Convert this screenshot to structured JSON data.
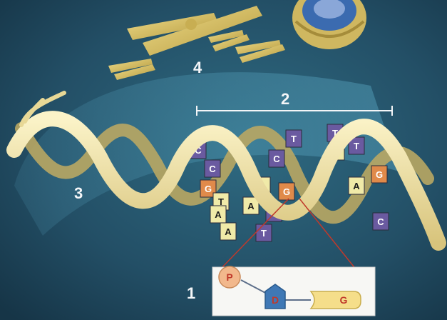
{
  "labels": {
    "one": "1",
    "two": "2",
    "three": "3",
    "four": "4"
  },
  "bases": [
    {
      "letter": "C",
      "color": "#6a5aa0"
    },
    {
      "letter": "C",
      "color": "#6a5aa0"
    },
    {
      "letter": "G",
      "color": "#e08a4a"
    },
    {
      "letter": "T",
      "color": "#f0eaa8"
    },
    {
      "letter": "A",
      "color": "#f0eaa8"
    },
    {
      "letter": "A",
      "color": "#f0eaa8"
    },
    {
      "letter": "A",
      "color": "#f0eaa8"
    },
    {
      "letter": "T",
      "color": "#6a5aa0"
    },
    {
      "letter": "T",
      "color": "#6a5aa0"
    },
    {
      "letter": "C",
      "color": "#6a5aa0"
    },
    {
      "letter": "A",
      "color": "#f0eaa8"
    },
    {
      "letter": "G",
      "color": "#e08a4a"
    },
    {
      "letter": "T",
      "color": "#6a5aa0"
    },
    {
      "letter": "T",
      "color": "#6a5aa0"
    },
    {
      "letter": "A",
      "color": "#f0eaa8"
    },
    {
      "letter": "A",
      "color": "#f0eaa8"
    },
    {
      "letter": "T",
      "color": "#6a5aa0"
    },
    {
      "letter": "G",
      "color": "#e08a4a"
    },
    {
      "letter": "C",
      "color": "#6a5aa0"
    }
  ],
  "nucleotide": {
    "phosphate": "P",
    "sugar": "D",
    "base": "G"
  },
  "colors": {
    "background": "#1f4a60",
    "strand": "#f1e4a6",
    "chromosome": "#d9c46a",
    "nucleotide_line": "#c0392b"
  }
}
